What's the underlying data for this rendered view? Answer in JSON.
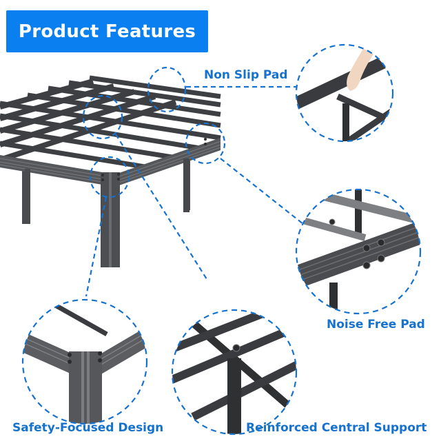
{
  "header": {
    "title": "Product Features"
  },
  "features": [
    {
      "id": "non-slip-pad",
      "label": "Non Slip Pad"
    },
    {
      "id": "noise-free-pad",
      "label": "Noise Free Pad"
    },
    {
      "id": "safety-focused-design",
      "label": "Safety-Focused Design"
    },
    {
      "id": "reinforced-central-support",
      "label": "Reinforced Central Support"
    }
  ],
  "colors": {
    "header_bg": "#0a7ff0",
    "accent_blue": "#1672cf",
    "frame_dark": "#3a3b3e",
    "frame_mid": "#5a5c60",
    "frame_light": "#8c8e92"
  }
}
